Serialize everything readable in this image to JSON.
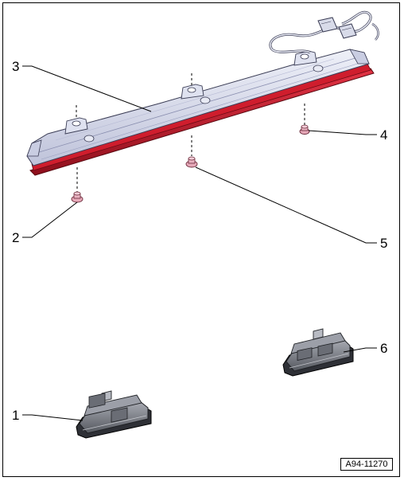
{
  "callouts": {
    "c1": "1",
    "c2": "2",
    "c3": "3",
    "c4": "4",
    "c5": "5",
    "c6": "6"
  },
  "figure_ref": "A94-11270",
  "colors": {
    "housing": "#d9dcec",
    "housing_stroke": "#3b3d55",
    "lens_red": "#d11a2a",
    "lens_dark": "#7a0c14",
    "screw": "#e6a8b8",
    "lamp_body": "#8a8d95",
    "lamp_dark": "#3a3c42"
  }
}
